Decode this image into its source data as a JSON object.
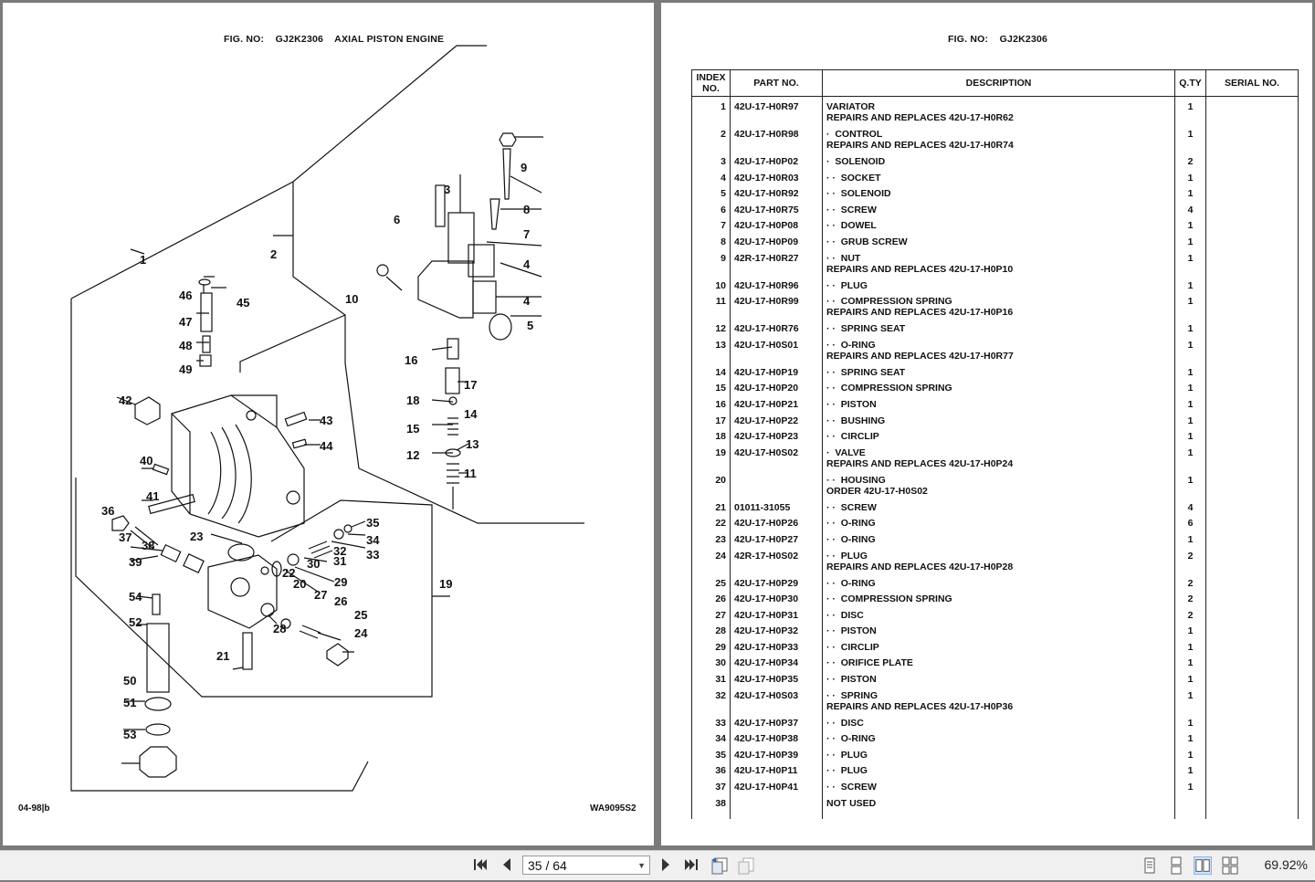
{
  "left_page": {
    "fig_label": "FIG. NO:",
    "fig_no": "GJ2K2306",
    "fig_title": "AXIAL PISTON ENGINE",
    "footer_left": "04-98|b",
    "footer_right": "WA9095S2",
    "callouts": [
      "1",
      "2",
      "3",
      "4",
      "4",
      "5",
      "6",
      "7",
      "8",
      "9",
      "10",
      "11",
      "12",
      "13",
      "14",
      "15",
      "16",
      "17",
      "18",
      "19",
      "20",
      "21",
      "22",
      "23",
      "24",
      "25",
      "26",
      "27",
      "28",
      "29",
      "30",
      "31",
      "32",
      "33",
      "34",
      "35",
      "36",
      "37",
      "38",
      "39",
      "40",
      "41",
      "42",
      "43",
      "44",
      "45",
      "46",
      "47",
      "48",
      "49",
      "50",
      "51",
      "52",
      "53",
      "54"
    ]
  },
  "right_page": {
    "fig_label": "FIG. NO:",
    "fig_no": "GJ2K2306",
    "columns": {
      "index_line1": "INDEX",
      "index_line2": "NO.",
      "part": "PART NO.",
      "desc": "DESCRIPTION",
      "qty": "Q.TY",
      "serial": "SERIAL NO."
    },
    "rows": [
      {
        "idx": "1",
        "part": "42U-17-H0R97",
        "dots": "",
        "desc": "VARIATOR",
        "sub": "REPAIRS AND REPLACES 42U-17-H0R62",
        "qty": "1"
      },
      {
        "idx": "2",
        "part": "42U-17-H0R98",
        "dots": "·",
        "desc": "CONTROL",
        "sub": "REPAIRS AND REPLACES 42U-17-H0R74",
        "qty": "1"
      },
      {
        "idx": "3",
        "part": "42U-17-H0P02",
        "dots": "·",
        "desc": "SOLENOID",
        "sub": "",
        "qty": "2"
      },
      {
        "idx": "4",
        "part": "42U-17-H0R03",
        "dots": "· ·",
        "desc": "SOCKET",
        "sub": "",
        "qty": "1"
      },
      {
        "idx": "5",
        "part": "42U-17-H0R92",
        "dots": "· ·",
        "desc": "SOLENOID",
        "sub": "",
        "qty": "1"
      },
      {
        "idx": "6",
        "part": "42U-17-H0R75",
        "dots": "· ·",
        "desc": "SCREW",
        "sub": "",
        "qty": "4"
      },
      {
        "idx": "7",
        "part": "42U-17-H0P08",
        "dots": "· ·",
        "desc": "DOWEL",
        "sub": "",
        "qty": "1"
      },
      {
        "idx": "8",
        "part": "42U-17-H0P09",
        "dots": "· ·",
        "desc": "GRUB SCREW",
        "sub": "",
        "qty": "1"
      },
      {
        "idx": "9",
        "part": "42R-17-H0R27",
        "dots": "· ·",
        "desc": "NUT",
        "sub": "REPAIRS AND REPLACES 42U-17-H0P10",
        "qty": "1"
      },
      {
        "idx": "10",
        "part": "42U-17-H0R96",
        "dots": "· ·",
        "desc": "PLUG",
        "sub": "",
        "qty": "1"
      },
      {
        "idx": "11",
        "part": "42U-17-H0R99",
        "dots": "· ·",
        "desc": "COMPRESSION SPRING",
        "sub": "REPAIRS AND REPLACES 42U-17-H0P16",
        "qty": "1"
      },
      {
        "idx": "12",
        "part": "42U-17-H0R76",
        "dots": "· ·",
        "desc": "SPRING SEAT",
        "sub": "",
        "qty": "1"
      },
      {
        "idx": "13",
        "part": "42U-17-H0S01",
        "dots": "· ·",
        "desc": "O-RING",
        "sub": "REPAIRS AND REPLACES 42U-17-H0R77",
        "qty": "1"
      },
      {
        "idx": "14",
        "part": "42U-17-H0P19",
        "dots": "· ·",
        "desc": "SPRING SEAT",
        "sub": "",
        "qty": "1"
      },
      {
        "idx": "15",
        "part": "42U-17-H0P20",
        "dots": "· ·",
        "desc": "COMPRESSION SPRING",
        "sub": "",
        "qty": "1"
      },
      {
        "idx": "16",
        "part": "42U-17-H0P21",
        "dots": "· ·",
        "desc": "PISTON",
        "sub": "",
        "qty": "1"
      },
      {
        "idx": "17",
        "part": "42U-17-H0P22",
        "dots": "· ·",
        "desc": "BUSHING",
        "sub": "",
        "qty": "1"
      },
      {
        "idx": "18",
        "part": "42U-17-H0P23",
        "dots": "· ·",
        "desc": "CIRCLIP",
        "sub": "",
        "qty": "1"
      },
      {
        "idx": "19",
        "part": "42U-17-H0S02",
        "dots": "·",
        "desc": "VALVE",
        "sub": "REPAIRS AND REPLACES 42U-17-H0P24",
        "qty": "1"
      },
      {
        "idx": "20",
        "part": "",
        "dots": "· ·",
        "desc": "HOUSING",
        "sub": "ORDER 42U-17-H0S02",
        "qty": "1"
      },
      {
        "idx": "21",
        "part": "01011-31055",
        "dots": "· ·",
        "desc": "SCREW",
        "sub": "",
        "qty": "4"
      },
      {
        "idx": "22",
        "part": "42U-17-H0P26",
        "dots": "· ·",
        "desc": "O-RING",
        "sub": "",
        "qty": "6"
      },
      {
        "idx": "23",
        "part": "42U-17-H0P27",
        "dots": "· ·",
        "desc": "O-RING",
        "sub": "",
        "qty": "1"
      },
      {
        "idx": "24",
        "part": "42R-17-H0S02",
        "dots": "· ·",
        "desc": "PLUG",
        "sub": "REPAIRS AND REPLACES 42U-17-H0P28",
        "qty": "2"
      },
      {
        "idx": "25",
        "part": "42U-17-H0P29",
        "dots": "· ·",
        "desc": "O-RING",
        "sub": "",
        "qty": "2"
      },
      {
        "idx": "26",
        "part": "42U-17-H0P30",
        "dots": "· ·",
        "desc": "COMPRESSION SPRING",
        "sub": "",
        "qty": "2"
      },
      {
        "idx": "27",
        "part": "42U-17-H0P31",
        "dots": "· ·",
        "desc": "DISC",
        "sub": "",
        "qty": "2"
      },
      {
        "idx": "28",
        "part": "42U-17-H0P32",
        "dots": "· ·",
        "desc": "PISTON",
        "sub": "",
        "qty": "1"
      },
      {
        "idx": "29",
        "part": "42U-17-H0P33",
        "dots": "· ·",
        "desc": "CIRCLIP",
        "sub": "",
        "qty": "1"
      },
      {
        "idx": "30",
        "part": "42U-17-H0P34",
        "dots": "· ·",
        "desc": "ORIFICE PLATE",
        "sub": "",
        "qty": "1"
      },
      {
        "idx": "31",
        "part": "42U-17-H0P35",
        "dots": "· ·",
        "desc": "PISTON",
        "sub": "",
        "qty": "1"
      },
      {
        "idx": "32",
        "part": "42U-17-H0S03",
        "dots": "· ·",
        "desc": "SPRING",
        "sub": "REPAIRS AND REPLACES 42U-17-H0P36",
        "qty": "1"
      },
      {
        "idx": "33",
        "part": "42U-17-H0P37",
        "dots": "· ·",
        "desc": "DISC",
        "sub": "",
        "qty": "1"
      },
      {
        "idx": "34",
        "part": "42U-17-H0P38",
        "dots": "· ·",
        "desc": "O-RING",
        "sub": "",
        "qty": "1"
      },
      {
        "idx": "35",
        "part": "42U-17-H0P39",
        "dots": "· ·",
        "desc": "PLUG",
        "sub": "",
        "qty": "1"
      },
      {
        "idx": "36",
        "part": "42U-17-H0P11",
        "dots": "· ·",
        "desc": "PLUG",
        "sub": "",
        "qty": "1"
      },
      {
        "idx": "37",
        "part": "42U-17-H0P41",
        "dots": "· ·",
        "desc": "SCREW",
        "sub": "",
        "qty": "1"
      },
      {
        "idx": "38",
        "part": "",
        "dots": "",
        "desc": "NOT USED",
        "sub": "",
        "qty": ""
      }
    ]
  },
  "toolbar": {
    "page_indicator": "35 / 64",
    "zoom": "69.92%",
    "icons": [
      "first-page-icon",
      "prev-page-icon",
      "next-page-icon",
      "last-page-icon",
      "previous-view-icon",
      "next-view-icon",
      "single-page-view-icon",
      "continuous-view-icon",
      "facing-view-icon",
      "continuous-facing-view-icon"
    ]
  }
}
